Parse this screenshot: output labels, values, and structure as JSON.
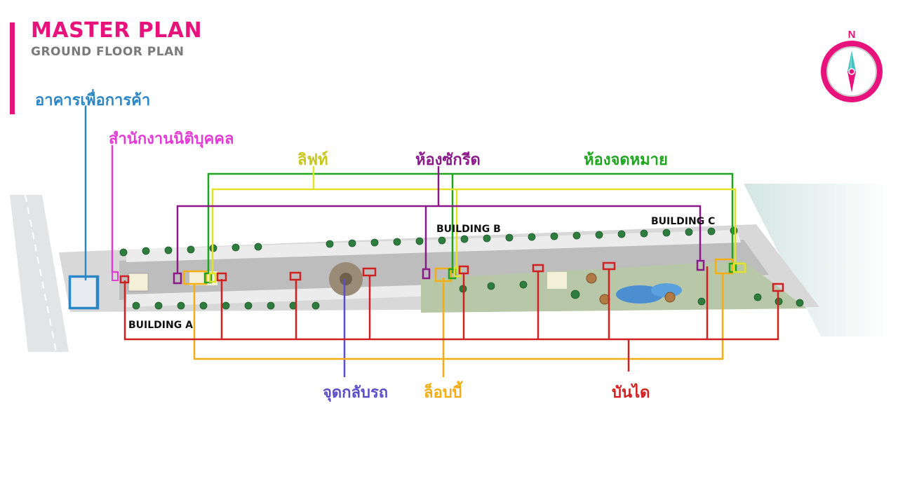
{
  "header": {
    "title": "MASTER PLAN",
    "subtitle": "GROUND FLOOR PLAN"
  },
  "compass": {
    "letter": "N"
  },
  "buildings": {
    "a": "BUILDING A",
    "b": "BUILDING B",
    "c": "BUILDING C"
  },
  "labels": {
    "commercial": "อาคารเพื่อการค้า",
    "juristic_office": "สำนักงานนิติบุคคล",
    "lift": "ลิฟท์",
    "laundry": "ห้องซักรีด",
    "mail_room": "ห้องจดหมาย",
    "turnaround": "จุดกลับรถ",
    "lobby": "ล็อบบี้",
    "stairs": "บันได"
  },
  "colors": {
    "accent": "#e8127d",
    "commercial": "#2b86c5",
    "juristic_office": "#e33cd6",
    "lift": "#e2e22a",
    "laundry": "#8a1a8a",
    "mail_room": "#1ea51e",
    "turnaround": "#5a4fc8",
    "lobby": "#f2ae14",
    "stairs": "#d02020"
  }
}
